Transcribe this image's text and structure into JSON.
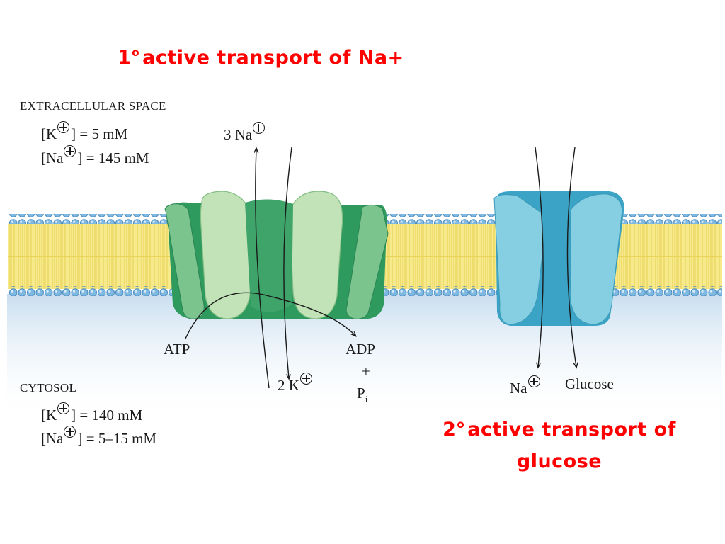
{
  "titles": {
    "primary_number": "1",
    "primary_degree": "o",
    "primary_text": "active transport of Na+",
    "secondary_number": "2",
    "secondary_degree": "o",
    "secondary_line1": "active transport of",
    "secondary_line2": "glucose"
  },
  "extracellular": {
    "heading": "EXTRACELLULAR SPACE",
    "k_open": "[K",
    "k_close": "] = 5 mM",
    "na_open": "[Na",
    "na_close": "] = 145 mM"
  },
  "cytosol": {
    "heading": "CYTOSOL",
    "k_open": "[K",
    "k_close": "] = 140 mM",
    "na_open": "[Na",
    "na_close": "] = 5–15 mM"
  },
  "pump": {
    "na_out": "3 Na",
    "k_in": "2 K",
    "atp": "ATP",
    "adp": "ADP",
    "plus_sign": "+",
    "pi_main": "P",
    "pi_sub": "i"
  },
  "symporter": {
    "na": "Na",
    "glucose": "Glucose"
  },
  "colors": {
    "title_red": "#ff0000",
    "lipid_tail": "#f6ea8c",
    "lipid_head": "#7fb8e0",
    "pump_green": "#3aa86a",
    "pump_light": "#b9dcb0",
    "symporter_blue": "#4fb4d2"
  }
}
